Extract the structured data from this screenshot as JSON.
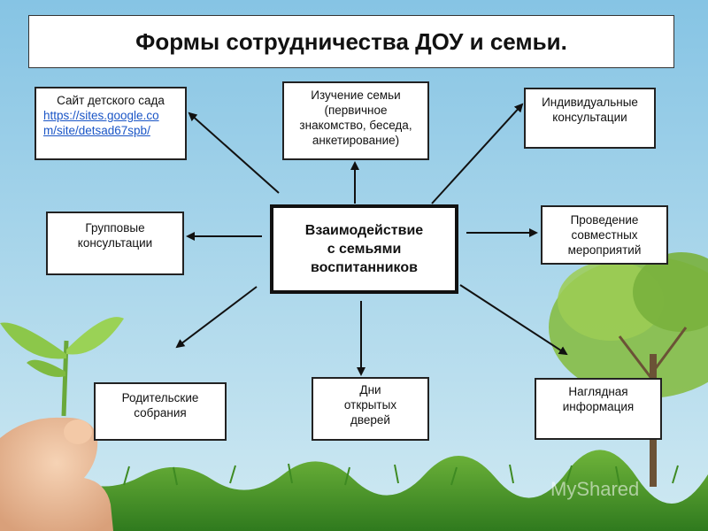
{
  "title": "Формы сотрудничества ДОУ и семьи.",
  "center": {
    "lines": [
      "Взаимодействие",
      "с семьями",
      "воспитанников"
    ]
  },
  "nodes": {
    "site": {
      "label": "Сайт детского сада",
      "link_lines": [
        "https://sites.google.co",
        "m/site/detsad67spb/"
      ]
    },
    "study": {
      "lines": [
        "Изучение семьи",
        "(первичное",
        "знакомство, беседа,",
        "анкетирование)"
      ]
    },
    "individual": {
      "lines": [
        "Индивидуальные",
        "консультации"
      ]
    },
    "group": {
      "lines": [
        "Групповые",
        "консультации"
      ]
    },
    "events": {
      "lines": [
        "Проведение",
        "совместных",
        "мероприятий"
      ]
    },
    "meetings": {
      "lines": [
        "Родительские",
        "собрания"
      ]
    },
    "open_days": {
      "lines": [
        "Дни",
        "открытых",
        "дверей"
      ]
    },
    "visual": {
      "lines": [
        "Наглядная",
        "информация"
      ]
    }
  },
  "watermark": "MyShared",
  "colors": {
    "sky_top": "#8ec9e6",
    "sky_bottom": "#c9e6f1",
    "grass": "#4f9a2c",
    "tree_foliage": "#7fb83a",
    "link": "#1a55c6"
  }
}
